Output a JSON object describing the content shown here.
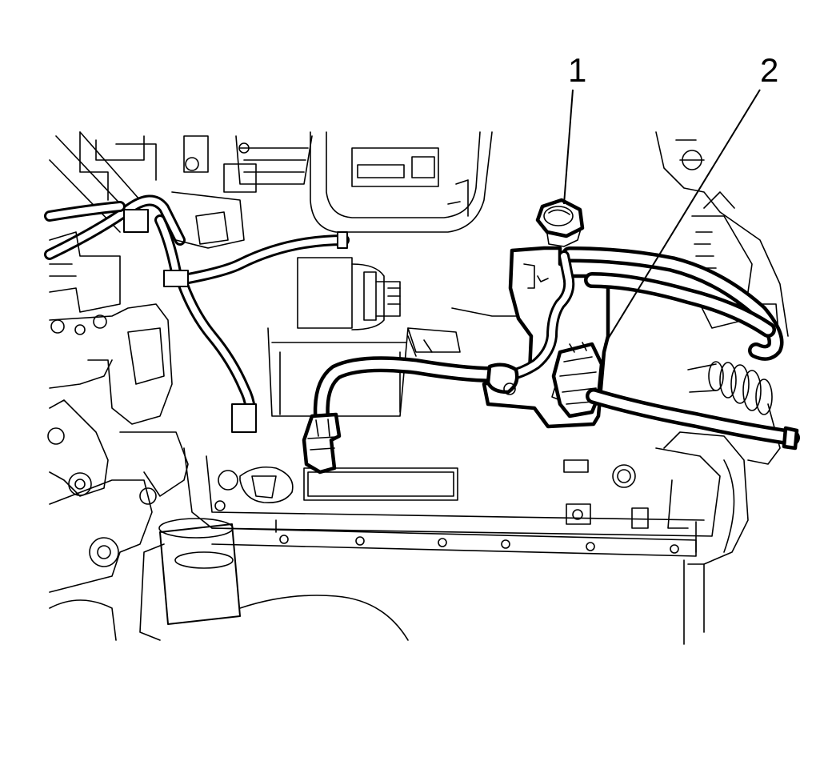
{
  "diagram": {
    "callouts": [
      {
        "id": "1",
        "label": "1"
      },
      {
        "id": "2",
        "label": "2"
      }
    ],
    "colors": {
      "line": "#000000",
      "background": "#ffffff"
    }
  }
}
